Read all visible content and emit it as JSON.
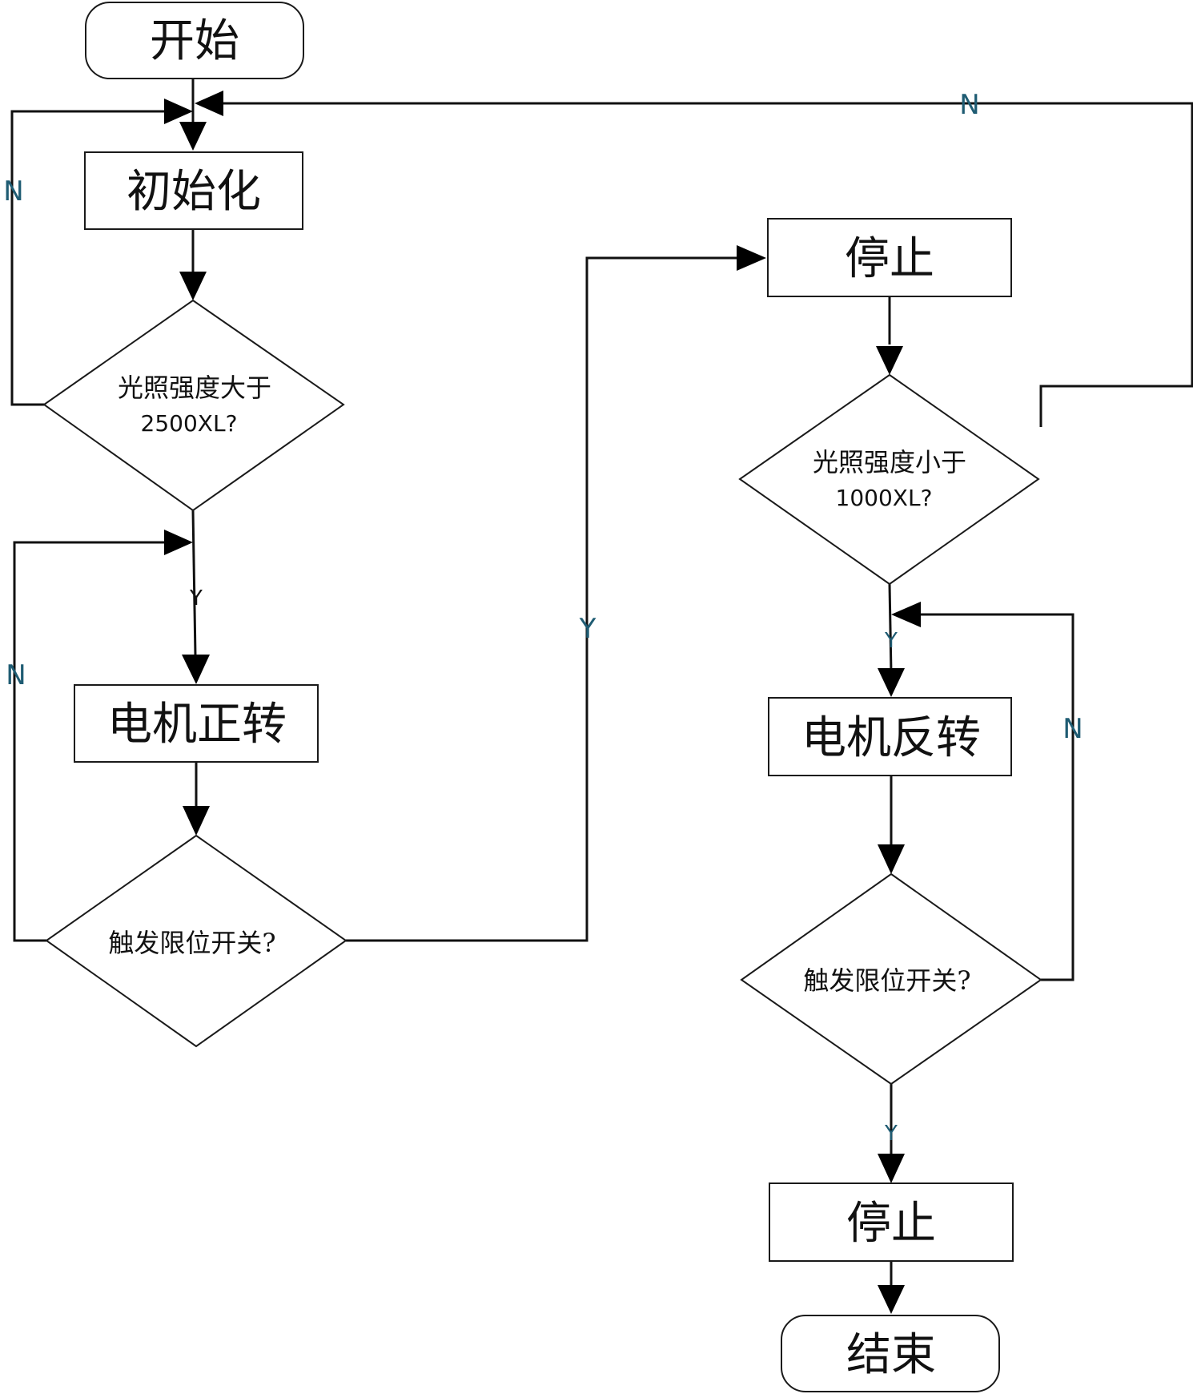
{
  "flowchart": {
    "start": "开始",
    "init": "初始化",
    "decision_light_high": {
      "line1": "光照强度大于",
      "line2": "2500XL?"
    },
    "motor_forward": "电机正转",
    "decision_limit_left": "触发限位开关?",
    "stop_top": "停止",
    "decision_light_low": {
      "line1": "光照强度小于",
      "line2": "1000XL?"
    },
    "motor_reverse": "电机反转",
    "decision_limit_right": "触发限位开关?",
    "stop_bottom": "停止",
    "end": "结束",
    "edge_labels": {
      "n_top": "N",
      "n_left_upper": "N",
      "y_left": "Y",
      "n_left_lower": "N",
      "y_middle": "Y",
      "y_right_upper": "Y",
      "n_right": "N",
      "y_right_lower": "Y"
    }
  }
}
